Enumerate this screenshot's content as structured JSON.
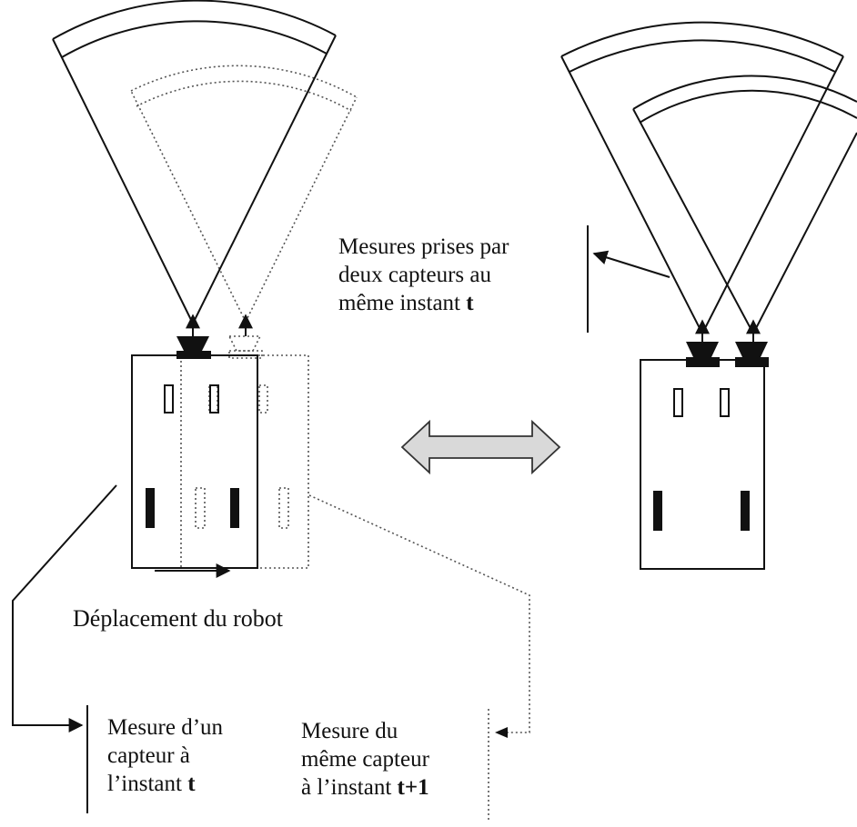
{
  "labels": {
    "two_sensors": {
      "line1": "Mesures prises par",
      "line2": "deux capteurs au",
      "line3_prefix": "même instant ",
      "line3_bold": "t"
    },
    "robot_motion": "Déplacement du robot",
    "measure_t": {
      "line1": "Mesure d’un",
      "line2": "capteur à",
      "line3_prefix": "l’instant ",
      "line3_bold": "t"
    },
    "measure_t1": {
      "line1": "Mesure du",
      "line2": "même capteur",
      "line3_prefix": "à l’instant ",
      "line3_bold": "t+1"
    }
  },
  "colors": {
    "stroke": "#111111",
    "dotted": "#555555",
    "double_arrow_fill": "#d9d9d9"
  }
}
